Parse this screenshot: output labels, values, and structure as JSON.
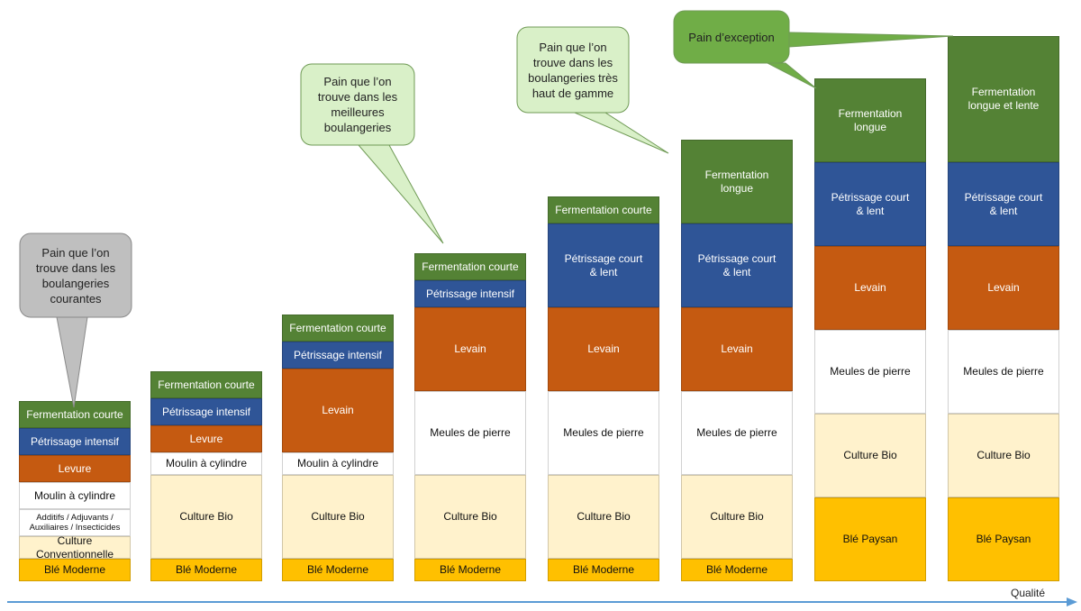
{
  "colors": {
    "fermentation": "#548235",
    "petrissage": "#2f5597",
    "levure_levain": "#c55a11",
    "moulin_meules": "#ffffff",
    "additifs": "#ffffff",
    "culture": "#fff2cc",
    "ble": "#ffc000",
    "axis": "#5b9bd5",
    "bubble_grey": "#bfbfbf",
    "bubble_light_green": "#d9f0c8",
    "bubble_green": "#70ad47"
  },
  "axis": {
    "label": "Qualité"
  },
  "columns": [
    {
      "layers": [
        {
          "type": "ble",
          "label": "Blé Moderne",
          "height": 1
        },
        {
          "type": "culture",
          "label": "Culture Conventionnelle",
          "height": 1
        },
        {
          "type": "additifs",
          "label": "Additifs / Adjuvants / Auxiliaires / Insecticides",
          "height": 1.2
        },
        {
          "type": "moulin_meules",
          "label": "Moulin à cylindre",
          "height": 1.2
        },
        {
          "type": "levure_levain",
          "label": "Levure",
          "height": 1.2
        },
        {
          "type": "petrissage",
          "label": "Pétrissage intensif",
          "height": 1.2
        },
        {
          "type": "fermentation",
          "label": "Fermentation courte",
          "height": 1.2
        }
      ]
    },
    {
      "layers": [
        {
          "type": "ble",
          "label": "Blé Moderne",
          "height": 1
        },
        {
          "type": "culture",
          "label": "Culture Bio",
          "height": 3.8
        },
        {
          "type": "moulin_meules",
          "label": "Moulin à cylindre",
          "height": 1
        },
        {
          "type": "levure_levain",
          "label": "Levure",
          "height": 1.2
        },
        {
          "type": "petrissage",
          "label": "Pétrissage intensif",
          "height": 1.2
        },
        {
          "type": "fermentation",
          "label": "Fermentation courte",
          "height": 1.2
        }
      ]
    },
    {
      "layers": [
        {
          "type": "ble",
          "label": "Blé Moderne",
          "height": 1
        },
        {
          "type": "culture",
          "label": "Culture Bio",
          "height": 3.8
        },
        {
          "type": "moulin_meules",
          "label": "Moulin à cylindre",
          "height": 1
        },
        {
          "type": "levure_levain",
          "label": "Levain",
          "height": 3.8
        },
        {
          "type": "petrissage",
          "label": "Pétrissage intensif",
          "height": 1.2
        },
        {
          "type": "fermentation",
          "label": "Fermentation courte",
          "height": 1.2
        }
      ]
    },
    {
      "layers": [
        {
          "type": "ble",
          "label": "Blé Moderne",
          "height": 1
        },
        {
          "type": "culture",
          "label": "Culture Bio",
          "height": 3.8
        },
        {
          "type": "moulin_meules",
          "label": "Meules de pierre",
          "height": 3.8
        },
        {
          "type": "levure_levain",
          "label": "Levain",
          "height": 3.8
        },
        {
          "type": "petrissage",
          "label": "Pétrissage intensif",
          "height": 1.2
        },
        {
          "type": "fermentation",
          "label": "Fermentation courte",
          "height": 1.2
        }
      ]
    },
    {
      "layers": [
        {
          "type": "ble",
          "label": "Blé Moderne",
          "height": 1
        },
        {
          "type": "culture",
          "label": "Culture Bio",
          "height": 3.8
        },
        {
          "type": "moulin_meules",
          "label": "Meules de pierre",
          "height": 3.8
        },
        {
          "type": "levure_levain",
          "label": "Levain",
          "height": 3.8
        },
        {
          "type": "petrissage",
          "label": "Pétrissage court & lent",
          "height": 3.8
        },
        {
          "type": "fermentation",
          "label": "Fermentation courte",
          "height": 1.2
        }
      ]
    },
    {
      "layers": [
        {
          "type": "ble",
          "label": "Blé Moderne",
          "height": 1
        },
        {
          "type": "culture",
          "label": "Culture Bio",
          "height": 3.8
        },
        {
          "type": "moulin_meules",
          "label": "Meules de pierre",
          "height": 3.8
        },
        {
          "type": "levure_levain",
          "label": "Levain",
          "height": 3.8
        },
        {
          "type": "petrissage",
          "label": "Pétrissage court & lent",
          "height": 3.8
        },
        {
          "type": "fermentation",
          "label": "Fermentation longue",
          "height": 3.8
        }
      ]
    },
    {
      "layers": [
        {
          "type": "ble",
          "label": "Blé Paysan",
          "height": 3.8
        },
        {
          "type": "culture",
          "label": "Culture Bio",
          "height": 3.8
        },
        {
          "type": "moulin_meules",
          "label": "Meules de pierre",
          "height": 3.8
        },
        {
          "type": "levure_levain",
          "label": "Levain",
          "height": 3.8
        },
        {
          "type": "petrissage",
          "label": "Pétrissage court & lent",
          "height": 3.8
        },
        {
          "type": "fermentation",
          "label": "Fermentation longue",
          "height": 3.8
        }
      ]
    },
    {
      "layers": [
        {
          "type": "ble",
          "label": "Blé Paysan",
          "height": 3.8
        },
        {
          "type": "culture",
          "label": "Culture Bio",
          "height": 3.8
        },
        {
          "type": "moulin_meules",
          "label": "Meules de pierre",
          "height": 3.8
        },
        {
          "type": "levure_levain",
          "label": "Levain",
          "height": 3.8
        },
        {
          "type": "petrissage",
          "label": "Pétrissage court & lent",
          "height": 3.8
        },
        {
          "type": "fermentation",
          "label": "Fermentation longue et lente",
          "height": 5.7
        }
      ]
    }
  ],
  "bubbles": [
    {
      "text": "Pain que l’on trouve dans les boulangeries courantes",
      "color": "bubble_grey"
    },
    {
      "text": "Pain que l’on trouve dans les meilleures boulangeries",
      "color": "bubble_light_green"
    },
    {
      "text": "Pain que l’on trouve dans les boulangeries très haut de gamme",
      "color": "bubble_light_green"
    },
    {
      "text": "Pain d’exception",
      "color": "bubble_green"
    }
  ]
}
